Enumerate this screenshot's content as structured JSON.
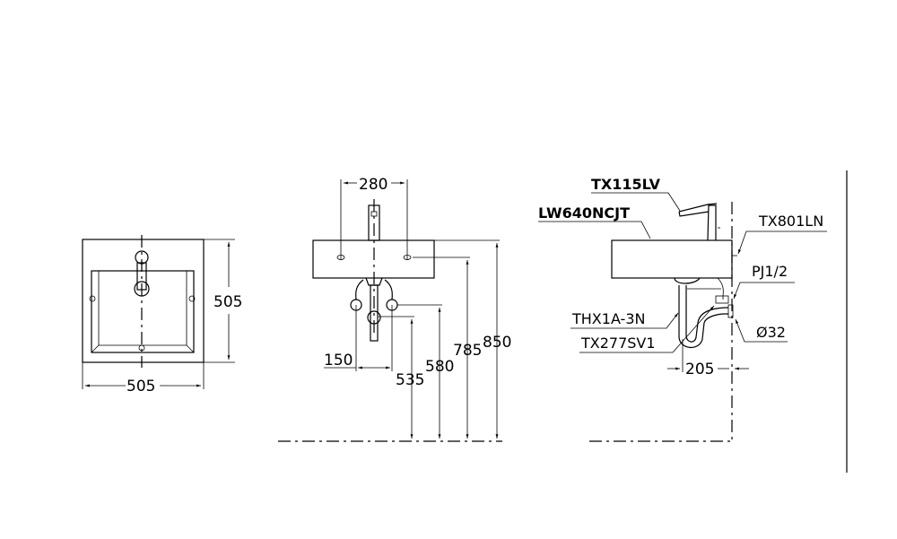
{
  "top_view": {
    "width_dim": "505",
    "depth_dim": "505"
  },
  "front_view": {
    "hole_spacing_dim": "280",
    "supply_spacing_dim": "150",
    "trap_height_dim": "535",
    "supply_height_dim": "580",
    "hole_height_dim": "785",
    "rim_height_dim": "850"
  },
  "side_view": {
    "faucet_model": "TX115LV",
    "basin_model": "LW640NCJT",
    "overflow_model": "TX801LN",
    "supply_label": "PJ1/2",
    "drain_model": "THX1A-3N",
    "trap_model": "TX277SV1",
    "drain_diameter": "Ø32",
    "trap_offset_dim": "205"
  }
}
